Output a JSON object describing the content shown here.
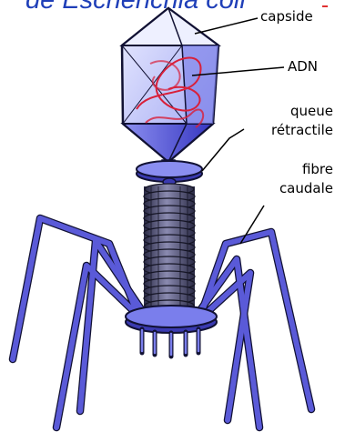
{
  "title": "de Escherichia coli",
  "labels": {
    "capsid": "capside",
    "dna": "ADN",
    "tail_line1": "queue",
    "tail_line2": "rétractile",
    "fiber_line1": "fibre",
    "fiber_line2": "caudale"
  },
  "colors": {
    "title": "#1f3fb8",
    "capsid_light": "#cfd3ff",
    "capsid_dark": "#5a5ad8",
    "dna": "#d8203a",
    "tail": "#4a4a70",
    "collar": "#6a6ae0",
    "fibers": "#5a5ad8",
    "outline": "#111133",
    "leader_line": "#000000",
    "title_marker": "#e03030"
  }
}
